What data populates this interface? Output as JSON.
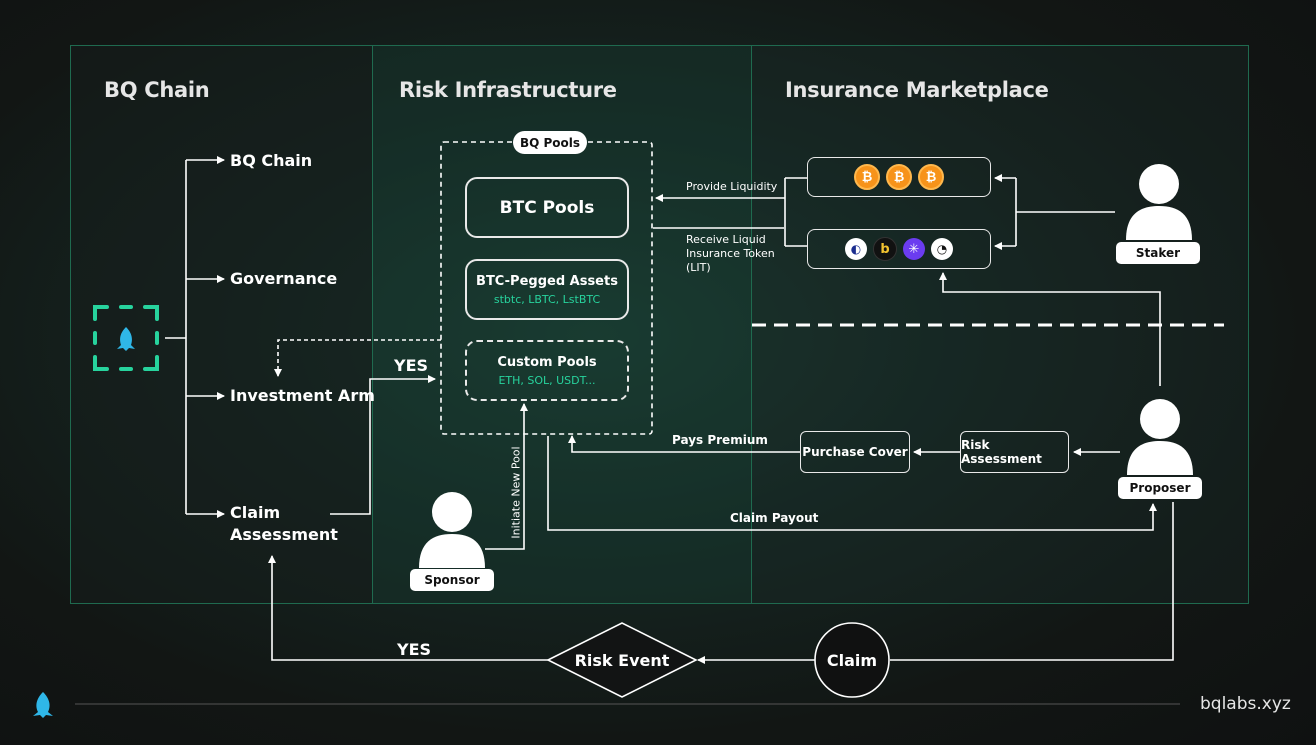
{
  "sections": {
    "bq_chain": "BQ Chain",
    "risk_infrastructure": "Risk Infrastructure",
    "insurance_marketplace": "Insurance Marketplace"
  },
  "bq_branches": {
    "bq_chain": "BQ Chain",
    "governance": "Governance",
    "investment_arm": "Investment Arm",
    "claim_assessment_1": "Claim",
    "claim_assessment_2": "Assessment"
  },
  "pools": {
    "container_label": "BQ Pools",
    "btc_pools": "BTC Pools",
    "btc_pegged_title": "BTC-Pegged Assets",
    "btc_pegged_sub": "stbtc, LBTC, LstBTC",
    "custom_title": "Custom Pools",
    "custom_sub": "ETH, SOL, USDT..."
  },
  "flows": {
    "provide_liquidity": "Provide Liquidity",
    "receive_lit_1": "Receive Liquid",
    "receive_lit_2": "Insurance Token",
    "receive_lit_3": "(LIT)",
    "yes_top": "YES",
    "initiate_new_pool": "Initiate New Pool",
    "pays_premium": "Pays Premium",
    "claim_payout": "Claim Payout",
    "yes_bottom": "YES"
  },
  "actors": {
    "staker": "Staker",
    "proposer": "Proposer",
    "sponsor": "Sponsor"
  },
  "steps": {
    "purchase_cover": "Purchase Cover",
    "risk_assessment": "Risk Assessment",
    "risk_event": "Risk Event",
    "claim": "Claim"
  },
  "footer": {
    "site": "bqlabs.xyz"
  },
  "colors": {
    "accent": "#27d39d",
    "panel_border": "#1f6a4f",
    "bitcoin": "#f7931a"
  },
  "icons": [
    "bq-logo-icon",
    "bitcoin-icon",
    "lst-token-icon",
    "person-icon"
  ]
}
